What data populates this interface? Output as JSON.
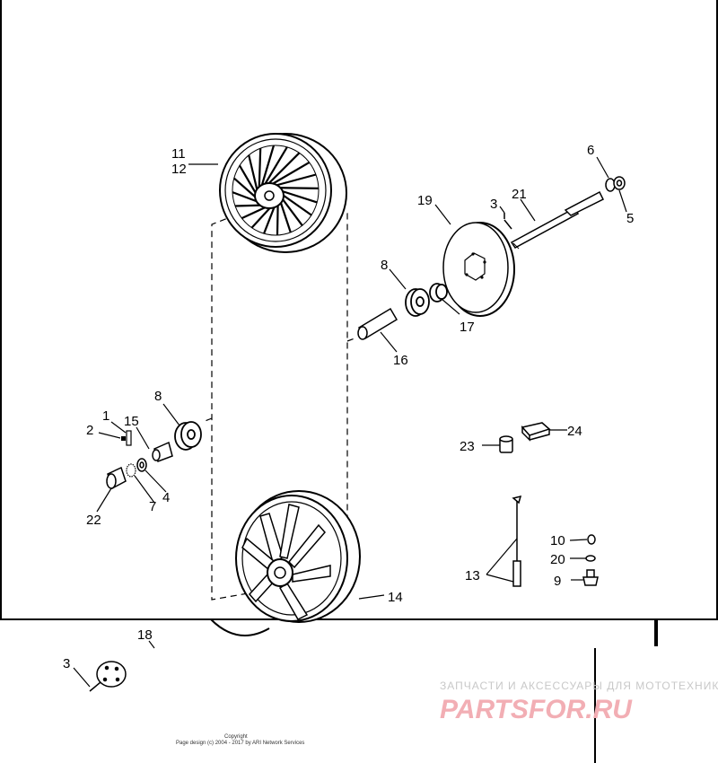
{
  "callouts": {
    "c11": "11",
    "c12": "12",
    "c6": "6",
    "c3a": "3",
    "c21": "21",
    "c19": "19",
    "c5": "5",
    "c8a": "8",
    "c17": "17",
    "c16": "16",
    "c8b": "8",
    "c1": "1",
    "c15": "15",
    "c2": "2",
    "c4": "4",
    "c7": "7",
    "c22": "22",
    "c24": "24",
    "c23": "23",
    "c10": "10",
    "c20": "20",
    "c13": "13",
    "c9": "9",
    "c14": "14",
    "c18": "18",
    "c3b": "3"
  },
  "watermark": {
    "tagline": "ЗАПЧАСТИ И АКСЕССУАРЫ ДЛЯ МОТОТЕХНИКИ",
    "logo": "PARTSFOR.RU"
  },
  "copyright": {
    "line1": "Copyright",
    "line2": "Page design (c) 2004 - 2017 by ARI Network Services"
  },
  "colors": {
    "line": "#000000",
    "watermark_logo": "#f2aeb4",
    "watermark_text": "#c8c8c8"
  }
}
